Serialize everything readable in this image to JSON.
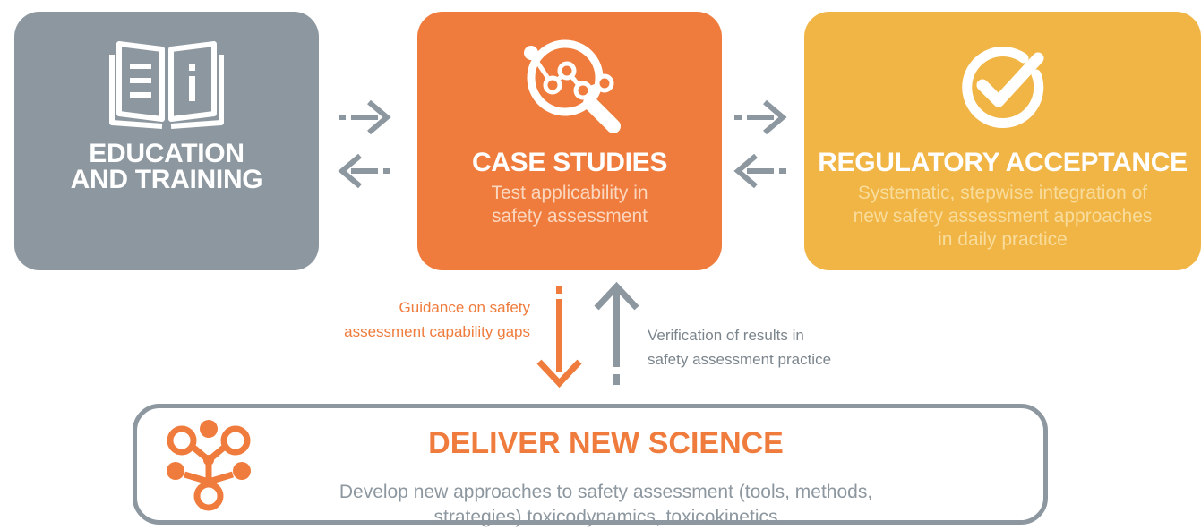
{
  "education": {
    "title": "EDUCATION\nAND TRAINING",
    "icon": "open-book-icon"
  },
  "case_studies": {
    "title": "CASE STUDIES",
    "subtitle": "Test applicability in\nsafety assessment",
    "icon": "magnifier-chart-icon"
  },
  "regulatory": {
    "title": "REGULATORY ACCEPTANCE",
    "subtitle": "Systematic, stepwise integration of\nnew safety assessment approaches\nin daily practice",
    "icon": "checkmark-circle-icon"
  },
  "flows": {
    "down_label": "Guidance on safety\nassessment capability gaps",
    "up_label": "Verification of results in\nsafety assessment practice"
  },
  "science": {
    "title": "DELIVER NEW SCIENCE",
    "subtitle": "Develop new approaches to safety assessment (tools, methods,\nstrategies) toxicodynamics, toxicokinetics",
    "icon": "network-nodes-icon"
  },
  "colors": {
    "grey": "#8d979f",
    "orange": "#ef7c3d",
    "yellow": "#f1b545"
  }
}
